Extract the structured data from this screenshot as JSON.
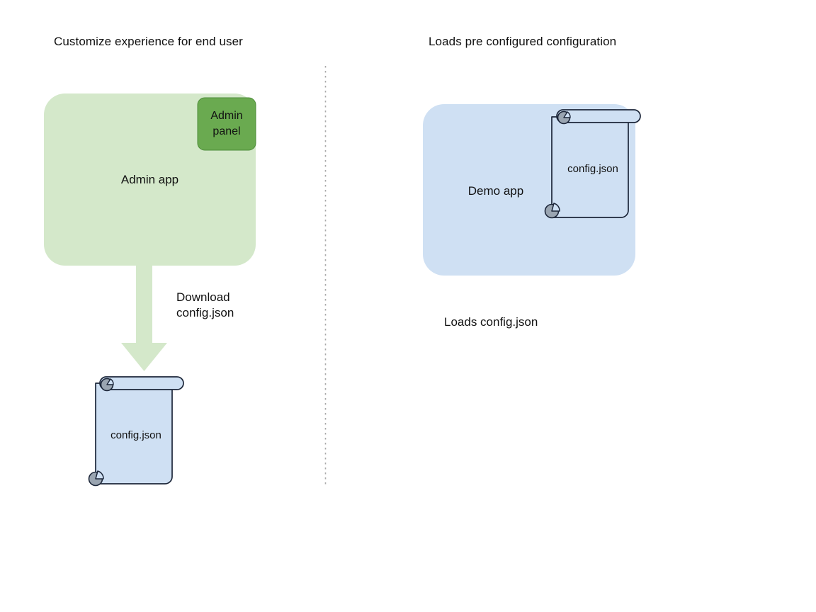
{
  "diagram": {
    "type": "flow-diagram",
    "background": "#ffffff",
    "divider": {
      "name": "vertical-dotted-divider",
      "style": "dotted",
      "color": "#a8a8a8"
    },
    "palette": {
      "app_green_fill": "#d4e8ca",
      "app_green_stroke": "#d4e8ca",
      "admin_panel_fill": "#6aaa50",
      "admin_panel_stroke": "#4e8f3a",
      "app_blue_fill": "#cfe0f3",
      "scroll_fill": "#cfe0f3",
      "scroll_stroke": "#1f2a44",
      "scroll_roll_fill": "#9aa5b1",
      "arrow_fill": "#d4e8ca",
      "text": "#111111"
    }
  },
  "left_panel": {
    "title": "Customize experience for end user",
    "app": {
      "label": "Admin app",
      "badge": {
        "line1": "Admin",
        "line2": "panel"
      }
    },
    "arrow": {
      "name": "download-arrow",
      "direction": "down",
      "label_line1": "Download",
      "label_line2": "config.json"
    },
    "file": {
      "name": "config-json-scroll",
      "label": "config.json"
    }
  },
  "right_panel": {
    "title": "Loads pre configured configuration",
    "app": {
      "label": "Demo app"
    },
    "file": {
      "name": "config-json-scroll",
      "label": "config.json"
    },
    "caption": "Loads config.json"
  }
}
